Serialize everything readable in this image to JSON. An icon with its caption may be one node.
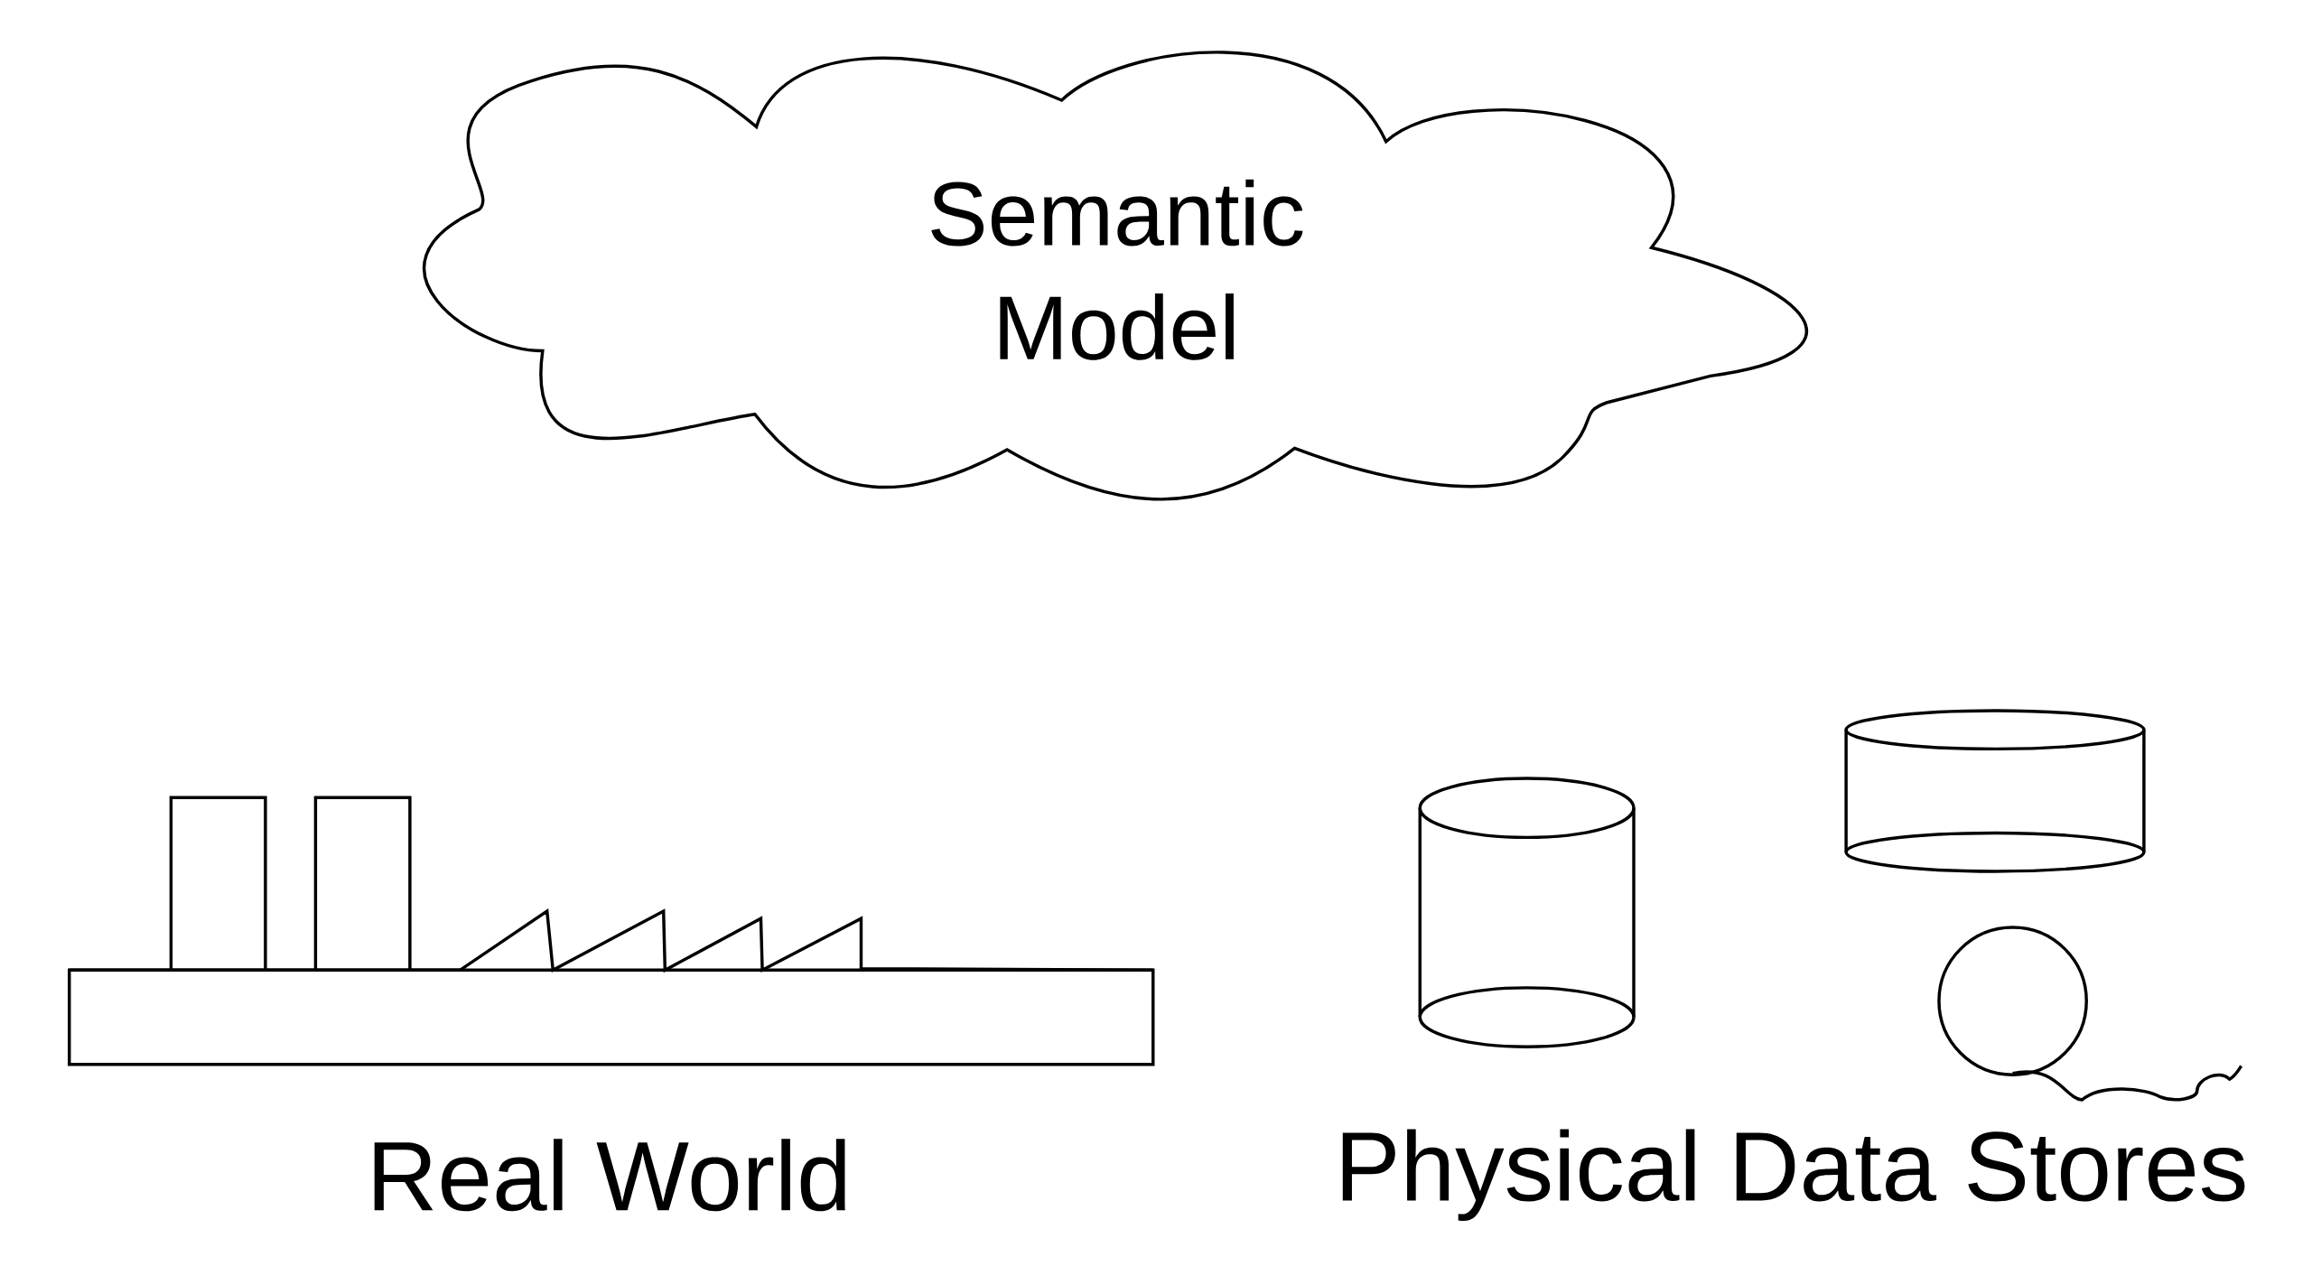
{
  "diagram": {
    "nodes": [
      {
        "text": [
          "Semantic Model"
        ]
      }
    ],
    "labels": [
      "Real World",
      "Physical Data Stores"
    ]
  }
}
